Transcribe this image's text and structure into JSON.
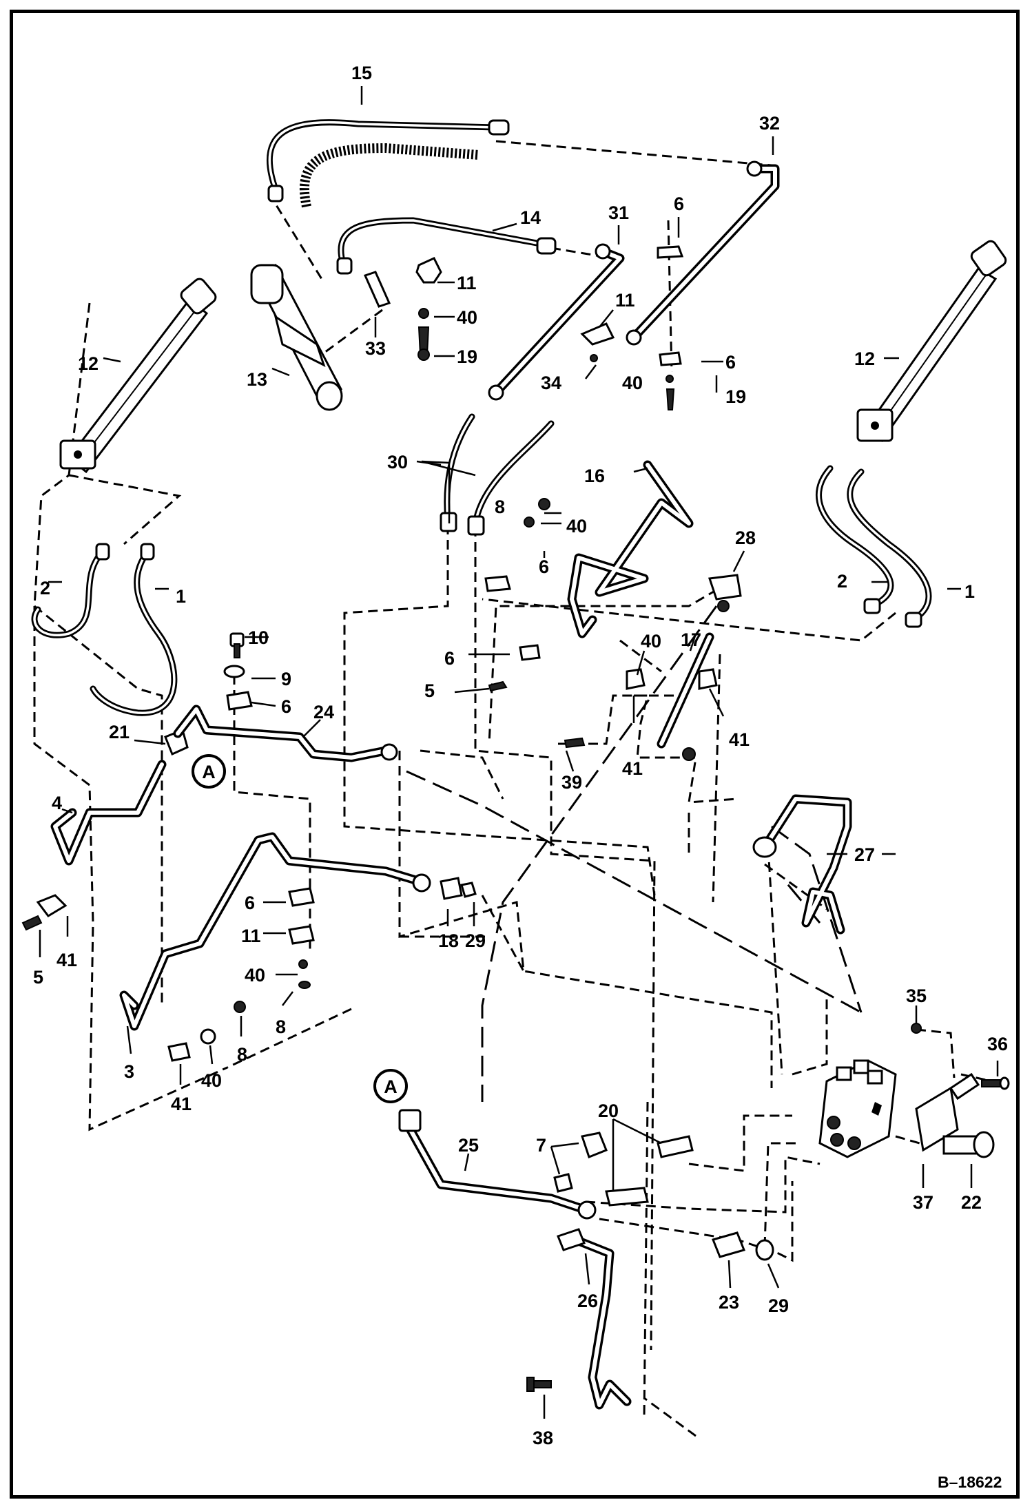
{
  "drawing_number": "B–18622",
  "callout_A": "A",
  "refs": [
    "15",
    "32",
    "14",
    "31",
    "6",
    "11",
    "40",
    "19",
    "33",
    "13",
    "12",
    "11",
    "34",
    "6",
    "40",
    "19",
    "12",
    "30",
    "16",
    "8",
    "40",
    "28",
    "6",
    "2",
    "1",
    "2",
    "1",
    "6",
    "5",
    "17",
    "40",
    "10",
    "9",
    "6",
    "24",
    "21",
    "41",
    "41",
    "39",
    "4",
    "27",
    "6",
    "11",
    "18",
    "29",
    "40",
    "8",
    "5",
    "41",
    "8",
    "3",
    "40",
    "41",
    "35",
    "36",
    "25",
    "20",
    "7",
    "37",
    "22",
    "23",
    "29",
    "26",
    "38"
  ]
}
